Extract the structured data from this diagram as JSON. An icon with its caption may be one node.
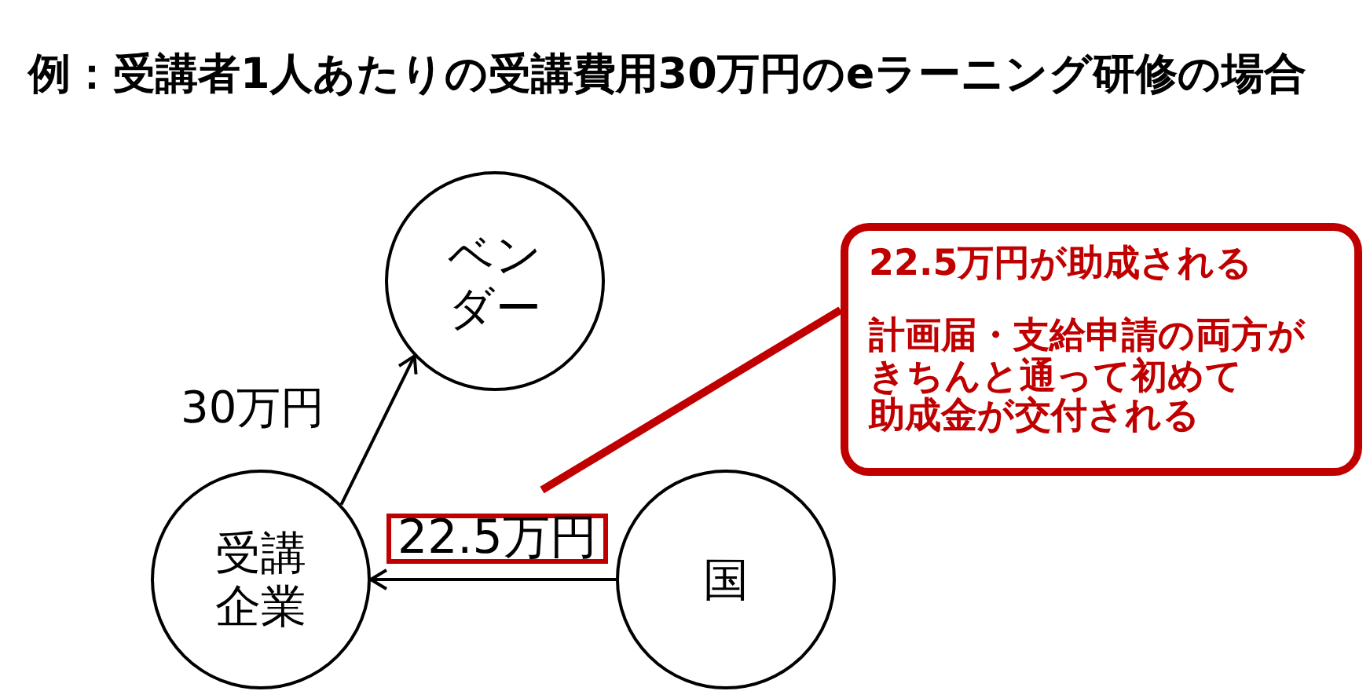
{
  "diagram": {
    "title": "例：受講者1人あたりの受講費用30万円のeラーニング研修の場合",
    "nodes": [
      {
        "text": [
          "ベンダー"
        ]
      },
      {
        "text": [
          "受講企業"
        ]
      },
      {
        "text": [
          "国"
        ]
      },
      {
        "text": [
          "22.5万円が助成される",
          "計画届・支給申請の両方がきちんと通って初めて助成金が交付される"
        ]
      }
    ],
    "edges": [
      {
        "from": 1,
        "to": 0,
        "arrow": "to",
        "label": "30万円"
      },
      {
        "from": 2,
        "to": 1,
        "arrow": "to",
        "label": "22.5万円"
      },
      {
        "from": 3,
        "to": null,
        "arrow": "none",
        "style": "thick",
        "color": "#c00000"
      }
    ]
  }
}
